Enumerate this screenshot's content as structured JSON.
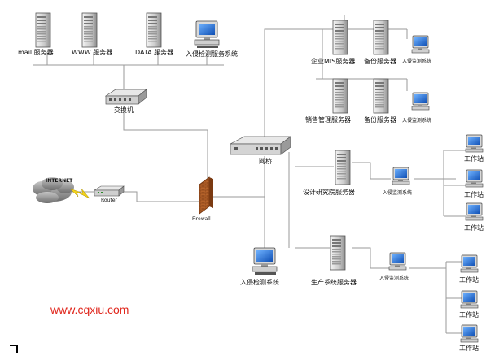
{
  "labels": {
    "mail_server": "mail 服务器",
    "www_server": "WWW 服务器",
    "data_server": "DATA 服务器",
    "ids_service_top": "入侵检测服务系统",
    "switch": "交换机",
    "internet": "INTERNET",
    "router": "Router",
    "firewall": "Firewall",
    "bridge": "网桥",
    "ids_bottom": "入侵检测系统",
    "mis_server": "企业MIS服务器",
    "backup_server_1": "备份服务器",
    "ids_monitor_1": "入侵监测系统",
    "sales_server": "销售管理服务器",
    "backup_server_2": "备份服务器",
    "ids_monitor_2": "入侵监测系统",
    "design_server": "设计研究院服务器",
    "ids_monitor_3": "入侵监测系统",
    "production_server": "生产系统服务器",
    "ids_monitor_4": "入侵监测系统",
    "workstation": "工作站"
  },
  "watermark": "www.cqxiu.com",
  "colors": {
    "line": "#9a9a9a",
    "watermark": "#e0271d",
    "firewall": "#b0642e",
    "screen": "#1e6fd8"
  }
}
